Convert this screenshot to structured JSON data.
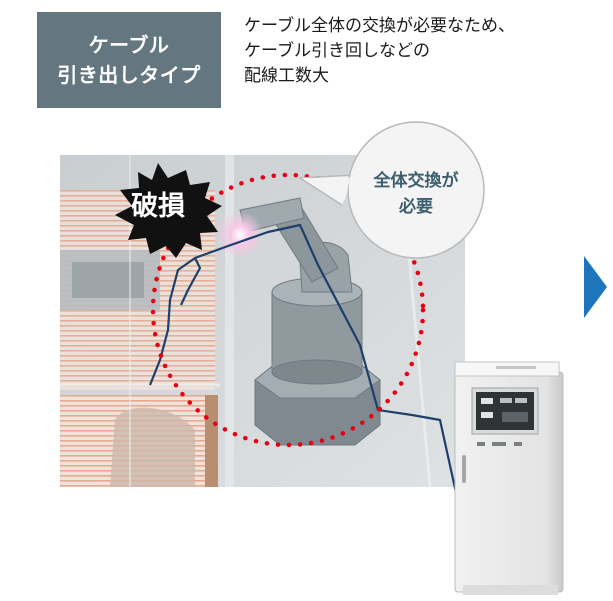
{
  "label": {
    "line1": "ケーブル",
    "line2": "引き出しタイプ"
  },
  "description": {
    "line1": "ケーブル全体の交換が必要なため、",
    "line2": "ケーブル引き回しなどの",
    "line3": "配線工数大"
  },
  "callout": {
    "line1": "全体交換が",
    "line2": "必要"
  },
  "damage_badge": "破損",
  "colors": {
    "label_bg": "#647780",
    "accent_blue": "#1d76bc",
    "dotted_circle": "#e60012",
    "cable": "#1d3f6a",
    "bubble_text": "#3e5f6f"
  },
  "icons": [
    "next-arrow-icon",
    "control-cabinet-icon",
    "robot-arm-icon"
  ]
}
